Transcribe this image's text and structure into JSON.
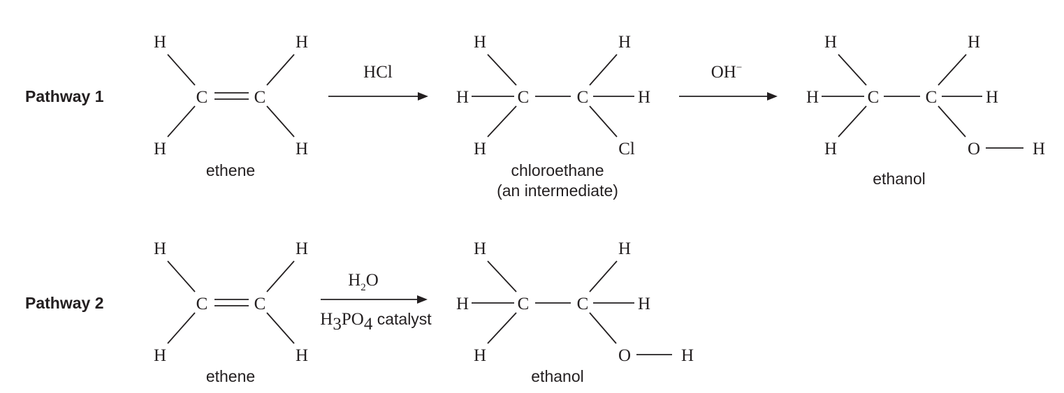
{
  "pathway1": {
    "label": "Pathway 1",
    "ethene": {
      "caption": "ethene",
      "carbon_left": "C",
      "carbon_right": "C",
      "h_top_left": "H",
      "h_top_right": "H",
      "h_bottom_left": "H",
      "h_bottom_right": "H"
    },
    "arrow1": {
      "reagent": "HCl"
    },
    "chloroethane": {
      "caption_line1": "chloroethane",
      "caption_line2": "(an intermediate)",
      "carbon_left": "C",
      "carbon_right": "C",
      "h_top_left": "H",
      "h_top_right": "H",
      "h_left": "H",
      "h_right": "H",
      "h_bottom_left": "H",
      "chlorine": "Cl"
    },
    "arrow2": {
      "reagent_base": "OH",
      "reagent_charge": "−"
    },
    "ethanol": {
      "caption": "ethanol",
      "carbon_left": "C",
      "carbon_right": "C",
      "h_top_left": "H",
      "h_top_right": "H",
      "h_left": "H",
      "h_right": "H",
      "h_bottom_left": "H",
      "oxygen": "O",
      "h_hydroxyl": "H"
    }
  },
  "pathway2": {
    "label": "Pathway 2",
    "ethene": {
      "caption": "ethene",
      "carbon_left": "C",
      "carbon_right": "C",
      "h_top_left": "H",
      "h_top_right": "H",
      "h_bottom_left": "H",
      "h_bottom_right": "H"
    },
    "arrow": {
      "water_h": "H",
      "water_sub": "2",
      "water_o": "O",
      "catalyst_h": "H",
      "catalyst_h_sub": "3",
      "catalyst_po": "PO",
      "catalyst_o_sub": "4",
      "catalyst_word": " catalyst"
    },
    "ethanol": {
      "caption": "ethanol",
      "carbon_left": "C",
      "carbon_right": "C",
      "h_top_left": "H",
      "h_top_right": "H",
      "h_left": "H",
      "h_right": "H",
      "h_bottom_left": "H",
      "oxygen": "O",
      "h_hydroxyl": "H"
    }
  }
}
